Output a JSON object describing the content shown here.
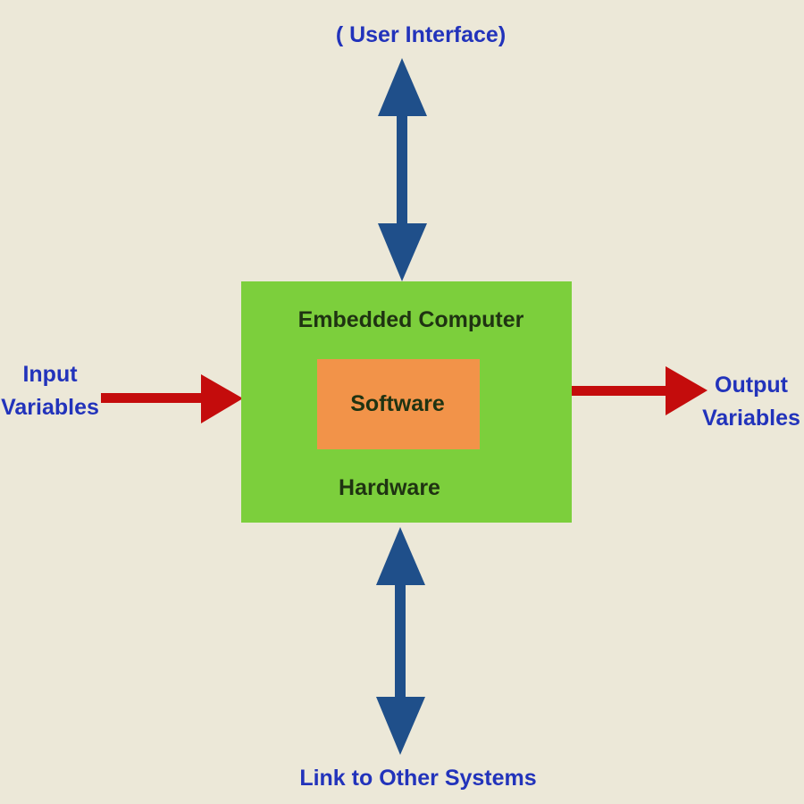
{
  "labels": {
    "user_interface": "( User Interface)",
    "input_line1": "Input",
    "input_line2": "Variables",
    "output_line1": "Output",
    "output_line2": "Variables",
    "link": "Link to Other Systems",
    "embedded": "Embedded Computer",
    "software": "Software",
    "hardware": "Hardware"
  },
  "colors": {
    "background": "#ece8d8",
    "box": "#7ccf3c",
    "software": "#f29349",
    "blue_arrow": "#1f4f8a",
    "red_arrow": "#c40c0c",
    "label_text": "#2233bb"
  }
}
